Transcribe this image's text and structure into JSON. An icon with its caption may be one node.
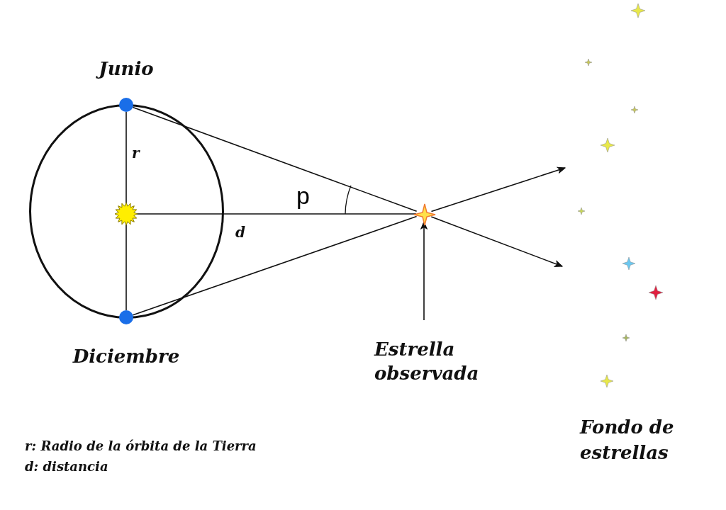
{
  "diagram": {
    "nodes": [
      {
        "text": [],
        "shape": "circle"
      },
      {
        "text": [
          "Junio"
        ]
      },
      {
        "text": [],
        "shape": "sun",
        "in": 0
      },
      {
        "text": [
          "Diciembre"
        ]
      },
      {
        "text": [],
        "shape": "star"
      },
      {
        "text": [
          "Estrella observada"
        ]
      }
    ],
    "edges": [
      {
        "from": 1,
        "to": 2,
        "arrow": "none",
        "label": "r"
      },
      {
        "from": 2,
        "to": 3,
        "arrow": "none"
      },
      {
        "from": 1,
        "to": 4,
        "arrow": "none"
      },
      {
        "from": 3,
        "to": 4,
        "arrow": "none"
      },
      {
        "from": 2,
        "to": 4,
        "arrow": "none",
        "label": "d"
      },
      {
        "from": 4,
        "to": null,
        "arrow": "to"
      },
      {
        "from": 4,
        "to": null,
        "arrow": "to"
      },
      {
        "from": 5,
        "to": 4,
        "arrow": "to"
      }
    ],
    "labels": [
      "p",
      "Fondo de estrellas",
      "r: Radio de la órbita de la Tierra",
      "d: distancia"
    ]
  }
}
